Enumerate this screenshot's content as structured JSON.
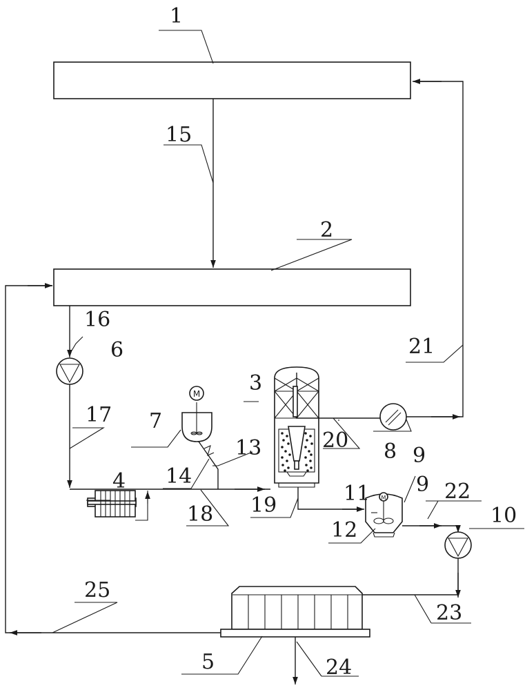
{
  "diagram": {
    "labels": {
      "n1": "1",
      "n2": "2",
      "n3": "3",
      "n4": "4",
      "n5": "5",
      "n6": "6",
      "n7": "7",
      "n8": "8",
      "n9a": "9",
      "n9b": "9",
      "n10": "10",
      "n11": "11",
      "n12": "12",
      "n13": "13",
      "n14": "14",
      "n15": "15",
      "n16": "16",
      "n17": "17",
      "n18": "18",
      "n19": "19",
      "n20": "20",
      "n21": "21",
      "n22": "22",
      "n23": "23",
      "n24": "24",
      "n25": "25",
      "motor_a": "M",
      "motor_b": "M"
    },
    "colors": {
      "ink": "#1a1a1a",
      "background": "#ffffff"
    }
  }
}
